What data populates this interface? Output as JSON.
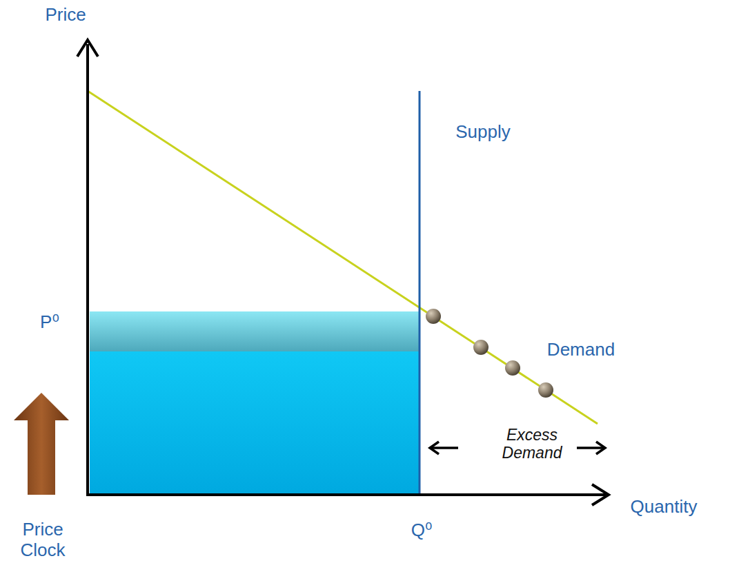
{
  "diagram": {
    "labels": [
      "Price",
      "Supply",
      "P⁰",
      "Demand",
      "Excess Demand",
      "Quantity",
      "Price Clock",
      "Q⁰"
    ]
  }
}
